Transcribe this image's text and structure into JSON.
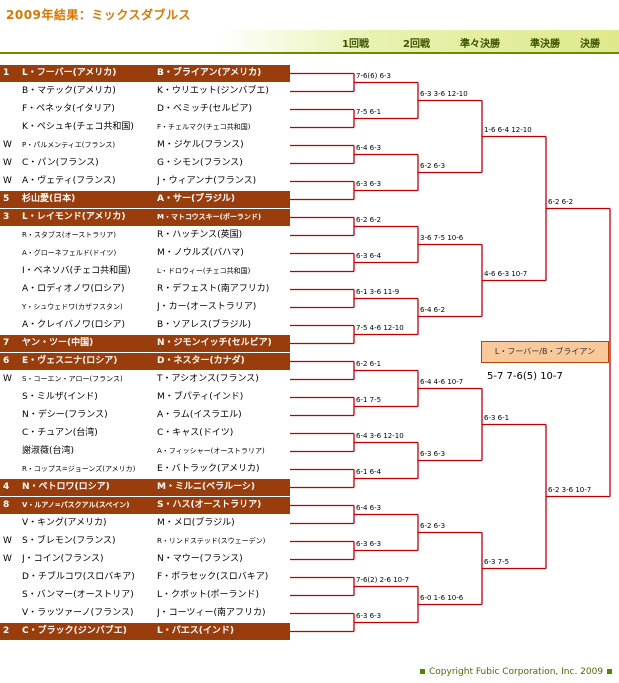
{
  "title": "2009年結果：ミックスダブルス",
  "rounds": [
    "1回戦",
    "2回戦",
    "準々決勝",
    "準決勝",
    "決勝"
  ],
  "entries": [
    {
      "mark": "1",
      "p1": "L・フーバー(アメリカ)",
      "p2": "B・ブライアン(アメリカ)",
      "seed": true
    },
    {
      "mark": "",
      "p1": "B・マテック(アメリカ)",
      "p2": "K・ウリエット(ジンバブエ)",
      "seed": false
    },
    {
      "mark": "",
      "p1": "F・ペネッタ(イタリア)",
      "p2": "D・ベミッチ(セルビア)",
      "seed": false
    },
    {
      "mark": "",
      "p1": "K・ペシュキ(チェコ共和国)",
      "p2": "F・チェルマク(チェコ共和国)",
      "seed": false,
      "small2": true
    },
    {
      "mark": "W",
      "p1": "P・パルメンティエ(フランス)",
      "p2": "M・ジケル(フランス)",
      "seed": false,
      "small1": true
    },
    {
      "mark": "W",
      "p1": "C・パン(フランス)",
      "p2": "G・シモン(フランス)",
      "seed": false
    },
    {
      "mark": "W",
      "p1": "A・ヴェティ(フランス)",
      "p2": "J・ウィアンナ(フランス)",
      "seed": false
    },
    {
      "mark": "5",
      "p1": "杉山愛(日本)",
      "p2": "A・サー(ブラジル)",
      "seed": true
    },
    {
      "mark": "3",
      "p1": "L・レイモンド(アメリカ)",
      "p2": "M・マトコウスキー(ポーランド)",
      "seed": true,
      "small2": true
    },
    {
      "mark": "",
      "p1": "R・スタブス(オーストラリア)",
      "p2": "R・ハッチンス(英国)",
      "seed": false,
      "small1": true
    },
    {
      "mark": "",
      "p1": "A・グローネフェルド(ドイツ)",
      "p2": "M・ノウルズ(バハマ)",
      "seed": false,
      "small1": true
    },
    {
      "mark": "",
      "p1": "I・ベネソバ(チェコ共和国)",
      "p2": "L・ドロウィー(チェコ共和国)",
      "seed": false,
      "small2": true
    },
    {
      "mark": "",
      "p1": "A・ロディオノワ(ロシア)",
      "p2": "R・デフェスト(南アフリカ)",
      "seed": false
    },
    {
      "mark": "",
      "p1": "Y・シュウェドワ(カザフスタン)",
      "p2": "J・カー(オーストラリア)",
      "seed": false,
      "small1": true
    },
    {
      "mark": "",
      "p1": "A・クレイバノワ(ロシア)",
      "p2": "B・ソアレス(ブラジル)",
      "seed": false
    },
    {
      "mark": "7",
      "p1": "ヤン・ツー(中国)",
      "p2": "N・ジモンイッチ(セルビア)",
      "seed": true
    },
    {
      "mark": "6",
      "p1": "E・ヴェスニナ(ロシア)",
      "p2": "D・ネスター(カナダ)",
      "seed": true
    },
    {
      "mark": "W",
      "p1": "S・コーエン・アロー(フランス)",
      "p2": "T・アシオンス(フランス)",
      "seed": false,
      "small1": true
    },
    {
      "mark": "",
      "p1": "S・ミルザ(インド)",
      "p2": "M・ブパティ(インド)",
      "seed": false
    },
    {
      "mark": "",
      "p1": "N・デシー(フランス)",
      "p2": "A・ラム(イスラエル)",
      "seed": false
    },
    {
      "mark": "",
      "p1": "C・チュアン(台湾)",
      "p2": "C・キャス(ドイツ)",
      "seed": false
    },
    {
      "mark": "",
      "p1": "謝淑薇(台湾)",
      "p2": "A・フィッシャー(オーストラリア)",
      "seed": false,
      "small2": true
    },
    {
      "mark": "",
      "p1": "R・コップス=ジョーンズ(アメリカ)",
      "p2": "E・バトラック(アメリカ)",
      "seed": false,
      "small1": true
    },
    {
      "mark": "4",
      "p1": "N・ペトロワ(ロシア)",
      "p2": "M・ミルニ(ベラルーシ)",
      "seed": true
    },
    {
      "mark": "8",
      "p1": "V・ルアノ=パスクアル(スペイン)",
      "p2": "S・ハス(オーストラリア)",
      "seed": true,
      "small1": true
    },
    {
      "mark": "",
      "p1": "V・キング(アメリカ)",
      "p2": "M・メロ(ブラジル)",
      "seed": false
    },
    {
      "mark": "W",
      "p1": "S・ブレモン(フランス)",
      "p2": "R・リンドステッド(スウェーデン)",
      "seed": false,
      "small2": true
    },
    {
      "mark": "W",
      "p1": "J・コイン(フランス)",
      "p2": "N・マウー(フランス)",
      "seed": false
    },
    {
      "mark": "",
      "p1": "D・チブルコワ(スロバキア)",
      "p2": "F・ポラセック(スロバキア)",
      "seed": false
    },
    {
      "mark": "",
      "p1": "S・バンマー(オーストリア)",
      "p2": "L・クボット(ポーランド)",
      "seed": false
    },
    {
      "mark": "",
      "p1": "V・ラッツァーノ(フランス)",
      "p2": "J・コーツィー(南アフリカ)",
      "seed": false
    },
    {
      "mark": "2",
      "p1": "C・ブラック(ジンバブエ)",
      "p2": "L・パエス(インド)",
      "seed": true
    }
  ],
  "scores_r1": [
    "7-6(6) 6-3",
    "7-5 6-1",
    "6-4 6-3",
    "6-3 6-3",
    "6-2 6-2",
    "6-3 6-4",
    "6-1 3-6 11-9",
    "7-5 4-6 12-10",
    "6-2 6-1",
    "6-1 7-5",
    "6-4 3-6 12-10",
    "6-1 6-4",
    "6-4 6-3",
    "6-3 6-3",
    "7-6(2) 2-6 10-7",
    "6-3 6-3"
  ],
  "scores_r2": [
    "6-3 3-6 12-10",
    "6-2 6-3",
    "3-6 7-5 10-6",
    "6-4 6-2",
    "6-4 4-6 10-7",
    "6-3 6-3",
    "6-2 6-3",
    "6-0 1-6 10-6"
  ],
  "scores_qf": [
    "1-6 6-4 12-10",
    "4-6 6-3 10-7",
    "6-3 6-1",
    "6-3 7-5"
  ],
  "scores_sf": [
    "6-2 6-2",
    "6-2 3-6 10-7"
  ],
  "champion": "L・フーバー/B・ブライアン",
  "final_score": "5-7 7-6(5) 10-7",
  "footer": "Copyright Fubic Corporation, Inc. 2009"
}
